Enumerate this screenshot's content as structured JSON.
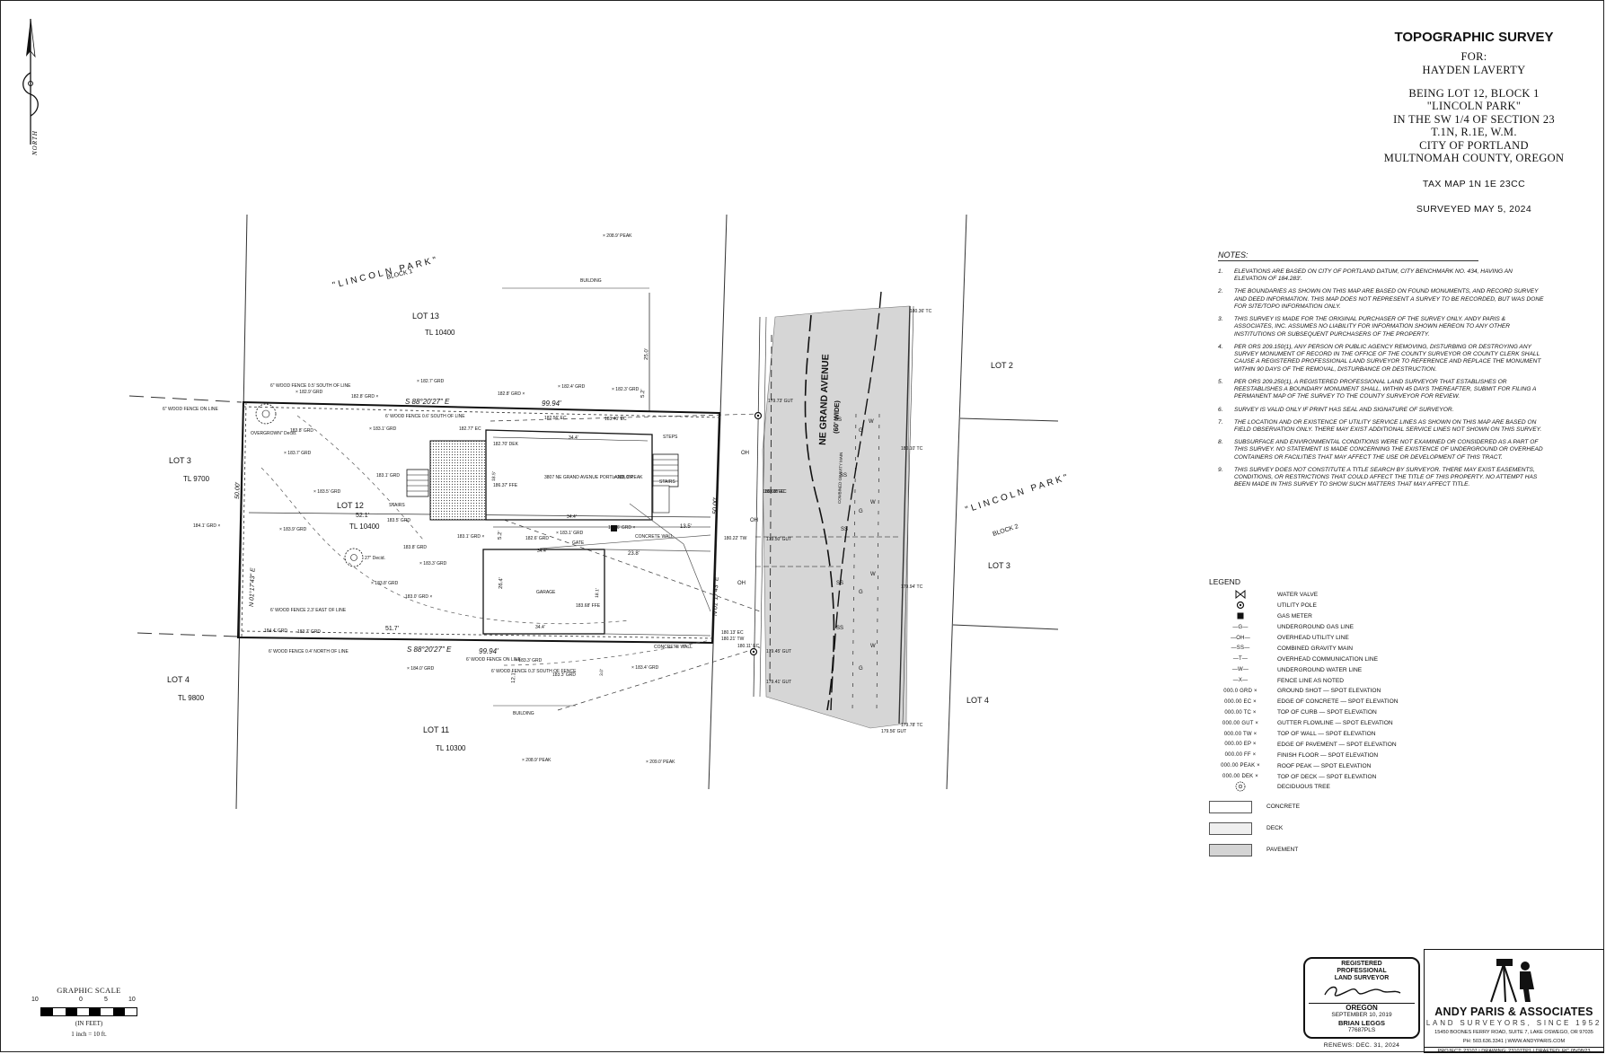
{
  "title_block": {
    "title": "TOPOGRAPHIC SURVEY",
    "for_label": "FOR:",
    "client": "HAYDEN LAVERTY",
    "lines": [
      "BEING LOT 12, BLOCK 1",
      "\"LINCOLN PARK\"",
      "IN THE SW 1/4 OF SECTION 23",
      "T.1N, R.1E, W.M.",
      "CITY OF PORTLAND",
      "MULTNOMAH COUNTY, OREGON"
    ],
    "tax_map": "TAX MAP 1N 1E 23CC",
    "surveyed": "SURVEYED MAY 5, 2024"
  },
  "north_label": "NORTH",
  "notes": {
    "heading": "NOTES:",
    "items": [
      {
        "num": "1.",
        "text": "ELEVATIONS ARE BASED ON CITY OF PORTLAND DATUM, CITY BENCHMARK NO. 434, HAVING AN ELEVATION OF 184.283'."
      },
      {
        "num": "2.",
        "text": "THE BOUNDARIES AS SHOWN ON THIS MAP ARE BASED ON FOUND MONUMENTS, AND RECORD SURVEY AND DEED INFORMATION. THIS MAP DOES NOT REPRESENT A SURVEY TO BE RECORDED, BUT WAS DONE FOR SITE/TOPO INFORMATION ONLY."
      },
      {
        "num": "3.",
        "text": "THIS SURVEY IS MADE FOR THE ORIGINAL PURCHASER OF THE SURVEY ONLY. ANDY PARIS & ASSOCIATES, INC. ASSUMES NO LIABILITY FOR INFORMATION SHOWN HEREON TO ANY OTHER INSTITUTIONS OR SUBSEQUENT PURCHASERS OF THE PROPERTY."
      },
      {
        "num": "4.",
        "text": "PER ORS 209.150(1), ANY PERSON OR PUBLIC AGENCY REMOVING, DISTURBING OR DESTROYING ANY SURVEY MONUMENT OF RECORD IN THE OFFICE OF THE COUNTY SURVEYOR OR COUNTY CLERK SHALL CAUSE A REGISTERED PROFESSIONAL LAND SURVEYOR TO REFERENCE AND REPLACE THE MONUMENT WITHIN 90 DAYS OF THE REMOVAL, DISTURBANCE OR DESTRUCTION."
      },
      {
        "num": "5.",
        "text": "PER ORS 209.250(1), A REGISTERED PROFESSIONAL LAND SURVEYOR THAT ESTABLISHES OR REESTABLISHES A BOUNDARY MONUMENT SHALL, WITHIN 45 DAYS THEREAFTER, SUBMIT FOR FILING A PERMANENT MAP OF THE SURVEY TO THE COUNTY SURVEYOR FOR REVIEW."
      },
      {
        "num": "6.",
        "text": "SURVEY IS VALID ONLY IF PRINT HAS SEAL AND SIGNATURE OF SURVEYOR."
      },
      {
        "num": "7.",
        "text": "THE LOCATION AND OR EXISTENCE OF UTILITY SERVICE LINES AS SHOWN ON THIS MAP ARE BASED ON FIELD OBSERVATION ONLY. THERE MAY EXIST ADDITIONAL SERVICE LINES NOT SHOWN ON THIS SURVEY."
      },
      {
        "num": "8.",
        "text": "SUBSURFACE AND ENVIRONMENTAL CONDITIONS WERE NOT EXAMINED OR CONSIDERED AS A PART OF THIS SURVEY. NO STATEMENT IS MADE CONCERNING THE EXISTENCE OF UNDERGROUND OR OVERHEAD CONTAINERS OR FACILITIES THAT MAY AFFECT THE USE OR DEVELOPMENT OF THIS TRACT."
      },
      {
        "num": "9.",
        "text": "THIS SURVEY DOES NOT CONSTITUTE A TITLE SEARCH BY SURVEYOR. THERE MAY EXIST EASEMENTS, CONDITIONS, OR RESTRICTIONS THAT COULD AFFECT THE TITLE OF THIS PROPERTY. NO ATTEMPT HAS BEEN MADE IN THIS SURVEY TO SHOW SUCH MATTERS THAT MAY AFFECT TITLE."
      }
    ]
  },
  "legend": {
    "heading": "LEGEND",
    "items": [
      {
        "symbol": "",
        "icon": "water-valve-icon",
        "label": "WATER VALVE"
      },
      {
        "symbol": "",
        "icon": "utility-pole-icon",
        "label": "UTILITY POLE"
      },
      {
        "symbol": "",
        "icon": "gas-meter-icon",
        "label": "GAS METER"
      },
      {
        "symbol": "—G—",
        "icon": "",
        "label": "UNDERGROUND GAS LINE"
      },
      {
        "symbol": "—OH—",
        "icon": "",
        "label": "OVERHEAD UTILITY LINE"
      },
      {
        "symbol": "—SS—",
        "icon": "",
        "label": "COMBINED GRAVITY MAIN"
      },
      {
        "symbol": "—T—",
        "icon": "",
        "label": "OVERHEAD COMMUNICATION LINE"
      },
      {
        "symbol": "—W—",
        "icon": "",
        "label": "UNDERGROUND WATER LINE"
      },
      {
        "symbol": "—X—",
        "icon": "",
        "label": "FENCE LINE AS NOTED"
      },
      {
        "symbol": "000.0 GRD ×",
        "icon": "",
        "label": "GROUND SHOT — SPOT ELEVATION"
      },
      {
        "symbol": "000.00 EC ×",
        "icon": "",
        "label": "EDGE OF CONCRETE — SPOT ELEVATION"
      },
      {
        "symbol": "000.00 TC ×",
        "icon": "",
        "label": "TOP OF CURB — SPOT ELEVATION"
      },
      {
        "symbol": "000.00 GUT ×",
        "icon": "",
        "label": "GUTTER FLOWLINE — SPOT ELEVATION"
      },
      {
        "symbol": "000.00 TW ×",
        "icon": "",
        "label": "TOP OF WALL — SPOT ELEVATION"
      },
      {
        "symbol": "000.00 EP ×",
        "icon": "",
        "label": "EDGE OF PAVEMENT — SPOT ELEVATION"
      },
      {
        "symbol": "000.00 FF ×",
        "icon": "",
        "label": "FINISH FLOOR — SPOT ELEVATION"
      },
      {
        "symbol": "000.00 PEAK ×",
        "icon": "",
        "label": "ROOF PEAK — SPOT ELEVATION"
      },
      {
        "symbol": "000.00 DEK ×",
        "icon": "",
        "label": "TOP OF DECK — SPOT ELEVATION"
      },
      {
        "symbol": "",
        "icon": "deciduous-tree-icon",
        "label": "DECIDUOUS TREE"
      }
    ],
    "swatches": [
      {
        "label": "CONCRETE",
        "color": "#ffffff"
      },
      {
        "label": "DECK",
        "color": "#efefef"
      },
      {
        "label": "PAVEMENT",
        "color": "#d4d4d4"
      }
    ]
  },
  "plan": {
    "street_name": "NE GRAND AVENUE",
    "street_width": "(60' WIDE)",
    "lincoln_park_label": "\"LINCOLN PARK\"",
    "block1": "BLOCK 1",
    "block2": "BLOCK 2",
    "lot13": "LOT 13",
    "tl_10400_top": "TL 10400",
    "lot3": "LOT 3",
    "tl_9700": "TL 9700",
    "lot12": "LOT 12",
    "tl_10400": "TL 10400",
    "lot4": "LOT 4",
    "tl_9800": "TL 9800",
    "lot11": "LOT 11",
    "tl_10300": "TL 10300",
    "lot2_east": "LOT 2",
    "lot3_east": "LOT 3",
    "lot4_east": "LOT 4",
    "bearing_north": "S 88°20'27\" E",
    "bearing_south": "S 88°20'27\" E",
    "bearing_west": "N 01°17'43\" E",
    "bearing_east": "N 01°17'43\" E",
    "dist_north": "99.94'",
    "dist_south": "99.94'",
    "dist_west": "50.00'",
    "dist_east": "50.00'",
    "address": "3807 NE GRAND AVENUE\nPORTLAND, OR",
    "garage": "GARAGE",
    "stairs_w": "STAIRS",
    "stairs_e": "STAIRS",
    "steps": "STEPS",
    "building_n": "BUILDING",
    "building_s": "BUILDING",
    "overgrown": "OVERGROWN\" Decid.",
    "decid27": "27\" Decid.",
    "gate": "GATE",
    "concrete_wall_1": "CONCRETE WALL",
    "concrete_wall_2": "CONCRETE WALL",
    "gravity_main": "COMBINED GRAVITY MAIN",
    "ffe_house": "186.37' FFE",
    "ffe_garage": "183.68' FFE",
    "dek": "182.70' DEK",
    "peak_house": "× 208.0' PEAK",
    "peak_n": "× 208.9' PEAK",
    "peak_s1": "× 208.9' PEAK",
    "peak_s2": "× 209.0' PEAK",
    "fence_n1": "6\" WOOD FENCE 0.5' SOUTH OF LINE",
    "fence_n2": "6' WOOD FENCE 0.6' SOUTH OF LINE",
    "fence_w": "6\" WOOD FENCE ON LINE",
    "fence_sw": "6' WOOD FENCE 2.3' EAST OF LINE",
    "fence_s1": "6' WOOD FENCE 0.4' NORTH OF LINE",
    "fence_s2": "6' WOOD FENCE ON LINE",
    "fence_s3": "6' WOOD FENCE 0.3' SOUTH OF FENCE",
    "dim_52_1": "52.1'",
    "dim_51_7": "51.7'",
    "dim_34_4a": "34.4'",
    "dim_34_4b": "34.4'",
    "dim_34_4c": "34.4'",
    "dim_34_4d": "34.4'",
    "dim_23_8": "23.8'",
    "dim_26_4": "26.4'",
    "dim_13_5": "13.5'",
    "dim_25_0": "25.0'",
    "dim_12_1": "12.1'",
    "dim_5_2a": "5.2'",
    "dim_5_2b": "5.2'",
    "dim_18_1": "18.1'",
    "dim_18_5": "18.5'",
    "dim_3_0": "3.0'",
    "spots": [
      "× 182.7' GRD",
      "182.8' GRD ×",
      "× 182.4' GRD",
      "× 182.3' GRD",
      "× 182.9' GRD",
      "182.8' GRD ×",
      "× 183.7' GRD",
      "× 183.5' GRD",
      "183.1' GRD",
      "× 183.1' GRD",
      "× 183.9' GRD",
      "184.1' GRD ×",
      "× 183.3' GRD",
      "× 183.8' GRD",
      "183.8' GRD",
      "× 184.0' GRD",
      "× 183.3' GRD",
      "183.0' GRD ×",
      "× 183.4' GRD",
      "183.1' GRD ×",
      "182.6' GRD ×",
      "× 183.1' GRD",
      "183.5' GRD",
      "182.6' GRD",
      "182.77' EC",
      "182.56' EC",
      "183.40' EC",
      "180.08' EC",
      "180.11' EC",
      "183.7' GRD",
      "183.8' GRD",
      "184.4' GRD",
      "183.3' GRD"
    ],
    "street_spots": [
      "179.73' GUT",
      "180.08' EC",
      "179.50' GUT",
      "179.45' GUT",
      "179.41' GUT",
      "180.36' TC",
      "180.10' TC",
      "179.94' TC",
      "179.78' TC",
      "179.56' GUT",
      "180.21' TW",
      "180.13' EC",
      "180.22' TW"
    ],
    "street_labels": [
      "SS",
      "SS",
      "SS",
      "SS",
      "SS",
      "W",
      "W",
      "W",
      "W",
      "G",
      "G",
      "G",
      "G",
      "OH",
      "OH",
      "OH"
    ]
  },
  "scale": {
    "title": "GRAPHIC SCALE",
    "ticks": [
      "10",
      "0",
      "5",
      "10"
    ],
    "unit": "(IN FEET)",
    "ratio": "1 inch = 10 ft."
  },
  "seal": {
    "line1": "REGISTERED",
    "line2": "PROFESSIONAL",
    "line3": "LAND SURVEYOR",
    "state": "OREGON",
    "date": "SEPTEMBER 10, 2019",
    "name": "BRIAN LEGGS",
    "number": "77687PLS",
    "renews": "RENEWS: DEC. 31, 2024"
  },
  "firm": {
    "name": "ANDY PARIS & ASSOCIATES",
    "tagline": "LAND SURVEYORS, SINCE 1952",
    "address": "15450 BOONES FERRY ROAD, SUITE 7, LAKE OSWEGO, OR 97035",
    "contact": "PH: 503.636.3341 | WWW.ANDYPARIS.COM",
    "project": "PROJECT: 23107 | DRAWING: 23107TP1 | DRAFTED: RC 05/08/23"
  }
}
